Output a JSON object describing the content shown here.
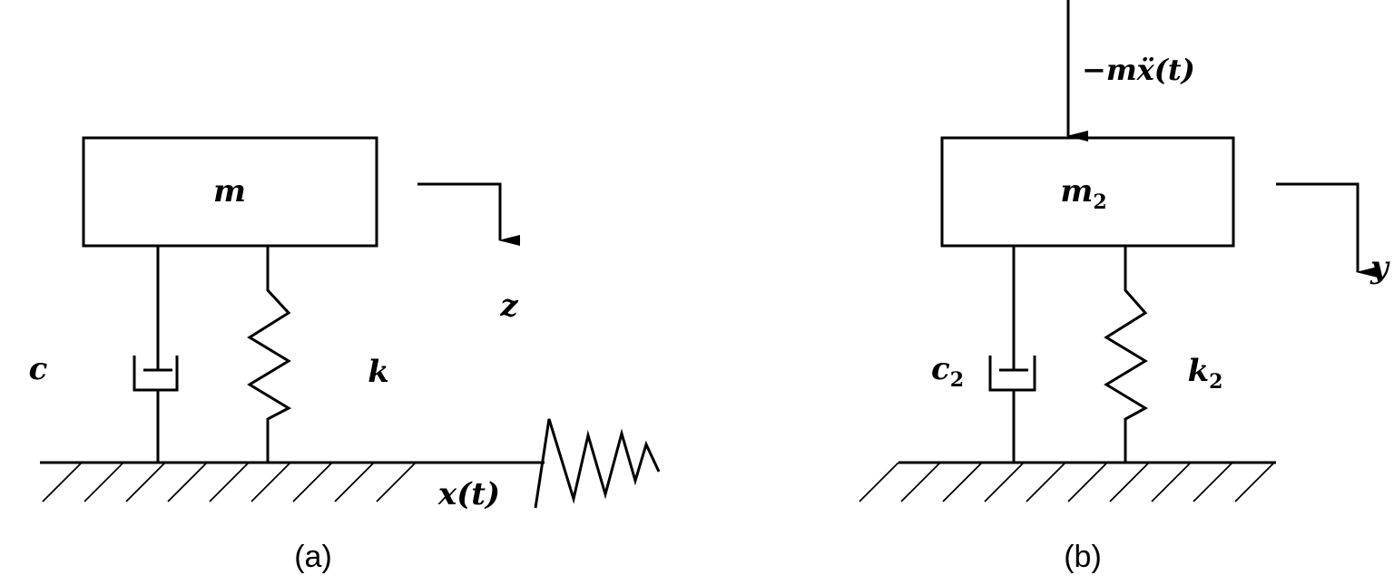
{
  "panel_a": {
    "caption": "(a)",
    "mass_label": "m",
    "damper_label": "c",
    "spring_label": "k",
    "displacement_label": "z",
    "base_motion_label": "x(t)"
  },
  "panel_b": {
    "caption": "(b)",
    "mass_label": "m",
    "mass_sub": "2",
    "damper_label": "c",
    "damper_sub": "2",
    "spring_label": "k",
    "spring_sub": "2",
    "displacement_label": "y",
    "force_label": "−mẍ(t)"
  }
}
